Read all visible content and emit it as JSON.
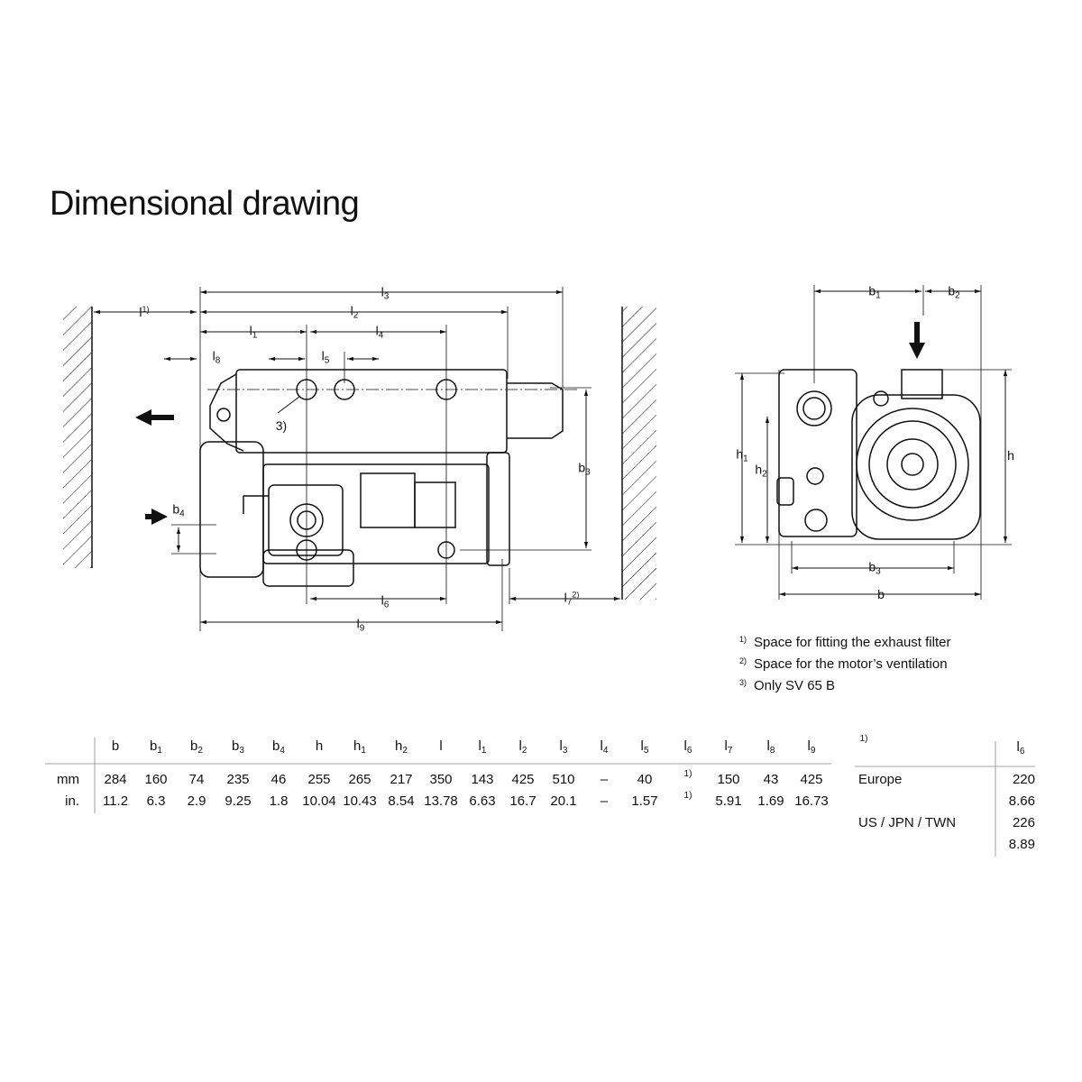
{
  "title": "Dimensional drawing",
  "side_view_labels": {
    "l": {
      "base": "l",
      "sub": "",
      "sup": "1)"
    },
    "l3": {
      "base": "l",
      "sub": "3",
      "sup": ""
    },
    "l2": {
      "base": "l",
      "sub": "2",
      "sup": ""
    },
    "l1": {
      "base": "l",
      "sub": "1",
      "sup": ""
    },
    "l4": {
      "base": "l",
      "sub": "4",
      "sup": ""
    },
    "l8": {
      "base": "l",
      "sub": "8",
      "sup": ""
    },
    "l5": {
      "base": "l",
      "sub": "5",
      "sup": ""
    },
    "note3": {
      "base": "3)",
      "sub": "",
      "sup": ""
    },
    "b3": {
      "base": "b",
      "sub": "3",
      "sup": ""
    },
    "b4": {
      "base": "b",
      "sub": "4",
      "sup": ""
    },
    "l6": {
      "base": "l",
      "sub": "6",
      "sup": ""
    },
    "l7": {
      "base": "l",
      "sub": "7",
      "sup": "2)"
    },
    "l9": {
      "base": "l",
      "sub": "9",
      "sup": ""
    }
  },
  "front_view_labels": {
    "b1": {
      "base": "b",
      "sub": "1",
      "sup": ""
    },
    "b2": {
      "base": "b",
      "sub": "2",
      "sup": ""
    },
    "h1": {
      "base": "h",
      "sub": "1",
      "sup": ""
    },
    "h2": {
      "base": "h",
      "sub": "2",
      "sup": ""
    },
    "h": {
      "base": "h",
      "sub": "",
      "sup": ""
    },
    "b3": {
      "base": "b",
      "sub": "3",
      "sup": ""
    },
    "b": {
      "base": "b",
      "sub": "",
      "sup": ""
    }
  },
  "footnotes": [
    {
      "mark": "1)",
      "text": "Space for fitting the exhaust filter"
    },
    {
      "mark": "2)",
      "text": "Space for the motor’s ventilation"
    },
    {
      "mark": "3)",
      "text": "Only SV 65 B"
    }
  ],
  "table": {
    "headers": [
      {
        "base": "b",
        "sub": ""
      },
      {
        "base": "b",
        "sub": "1"
      },
      {
        "base": "b",
        "sub": "2"
      },
      {
        "base": "b",
        "sub": "3"
      },
      {
        "base": "b",
        "sub": "4"
      },
      {
        "base": "h",
        "sub": ""
      },
      {
        "base": "h",
        "sub": "1"
      },
      {
        "base": "h",
        "sub": "2"
      },
      {
        "base": "l",
        "sub": ""
      },
      {
        "base": "l",
        "sub": "1"
      },
      {
        "base": "l",
        "sub": "2"
      },
      {
        "base": "l",
        "sub": "3"
      },
      {
        "base": "l",
        "sub": "4"
      },
      {
        "base": "l",
        "sub": "5"
      },
      {
        "base": "l",
        "sub": "6"
      },
      {
        "base": "l",
        "sub": "7"
      },
      {
        "base": "l",
        "sub": "8"
      },
      {
        "base": "l",
        "sub": "9"
      }
    ],
    "rows": [
      {
        "unit": "mm",
        "values": [
          "284",
          "160",
          "74",
          "235",
          "46",
          "255",
          "265",
          "217",
          "350",
          "143",
          "425",
          "510",
          "–",
          "40",
          "1)",
          "150",
          "43",
          "425"
        ]
      },
      {
        "unit": "in.",
        "values": [
          "11.2",
          "6.3",
          "2.9",
          "9.25",
          "1.8",
          "10.04",
          "10.43",
          "8.54",
          "13.78",
          "6.63",
          "16.7",
          "20.1",
          "–",
          "1.57",
          "1)",
          "5.91",
          "1.69",
          "16.73"
        ]
      }
    ]
  },
  "l6_table": {
    "note": "1)",
    "header": {
      "base": "l",
      "sub": "6"
    },
    "rows": [
      {
        "region": "Europe",
        "mm": "220",
        "in": "8.66"
      },
      {
        "region": "US / JPN / TWN",
        "mm": "226",
        "in": "8.89"
      }
    ]
  }
}
